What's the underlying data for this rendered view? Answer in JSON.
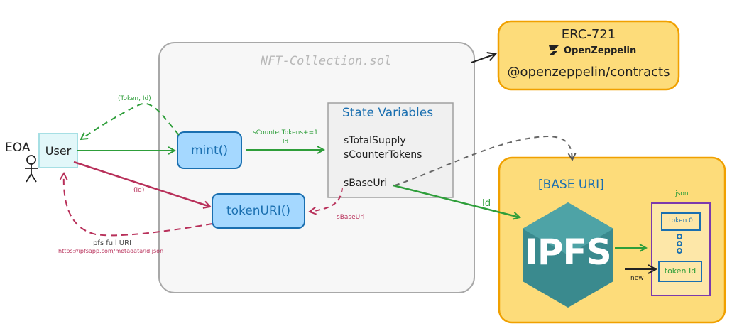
{
  "contract": {
    "title": "NFT-Collection.sol"
  },
  "eoa": {
    "label": "EOA",
    "user_label": "User"
  },
  "functions": {
    "mint_label": "mint()",
    "tokenuri_label": "tokenURI()"
  },
  "state_variables": {
    "title": "State Variables",
    "items": [
      "sTotalSupply",
      "sCounterTokens"
    ],
    "base_uri": "sBaseUri"
  },
  "erc721": {
    "title": "ERC-721",
    "brand": "OpenZeppelin",
    "package": "@openzeppelin/contracts"
  },
  "base_uri_panel": {
    "title": "[BASE URI]",
    "ipfs_label": "IPFS",
    "json_label": ".json",
    "token_first": "token 0",
    "token_last": "token Id",
    "new_label": "new"
  },
  "edge_labels": {
    "token_id_return": "(Token, Id)",
    "counter_update": "sCounterTokens+=1",
    "counter_id": "Id",
    "id_arg": "(Id)",
    "base_uri_return": "sBaseUri",
    "ipfs_id": "Id",
    "full_uri": "Ipfs full URI",
    "full_uri_example": "https://ipfsapp.com/metadata/Id.json"
  },
  "colors": {
    "green": "#2e9e3a",
    "red": "#b8305a",
    "blue": "#1a6fb0",
    "yellow_fill": "#fddc7a",
    "orange_border": "#f0a000",
    "ipfs_teal": "#3a8a8e",
    "purple": "#7c3aad"
  }
}
